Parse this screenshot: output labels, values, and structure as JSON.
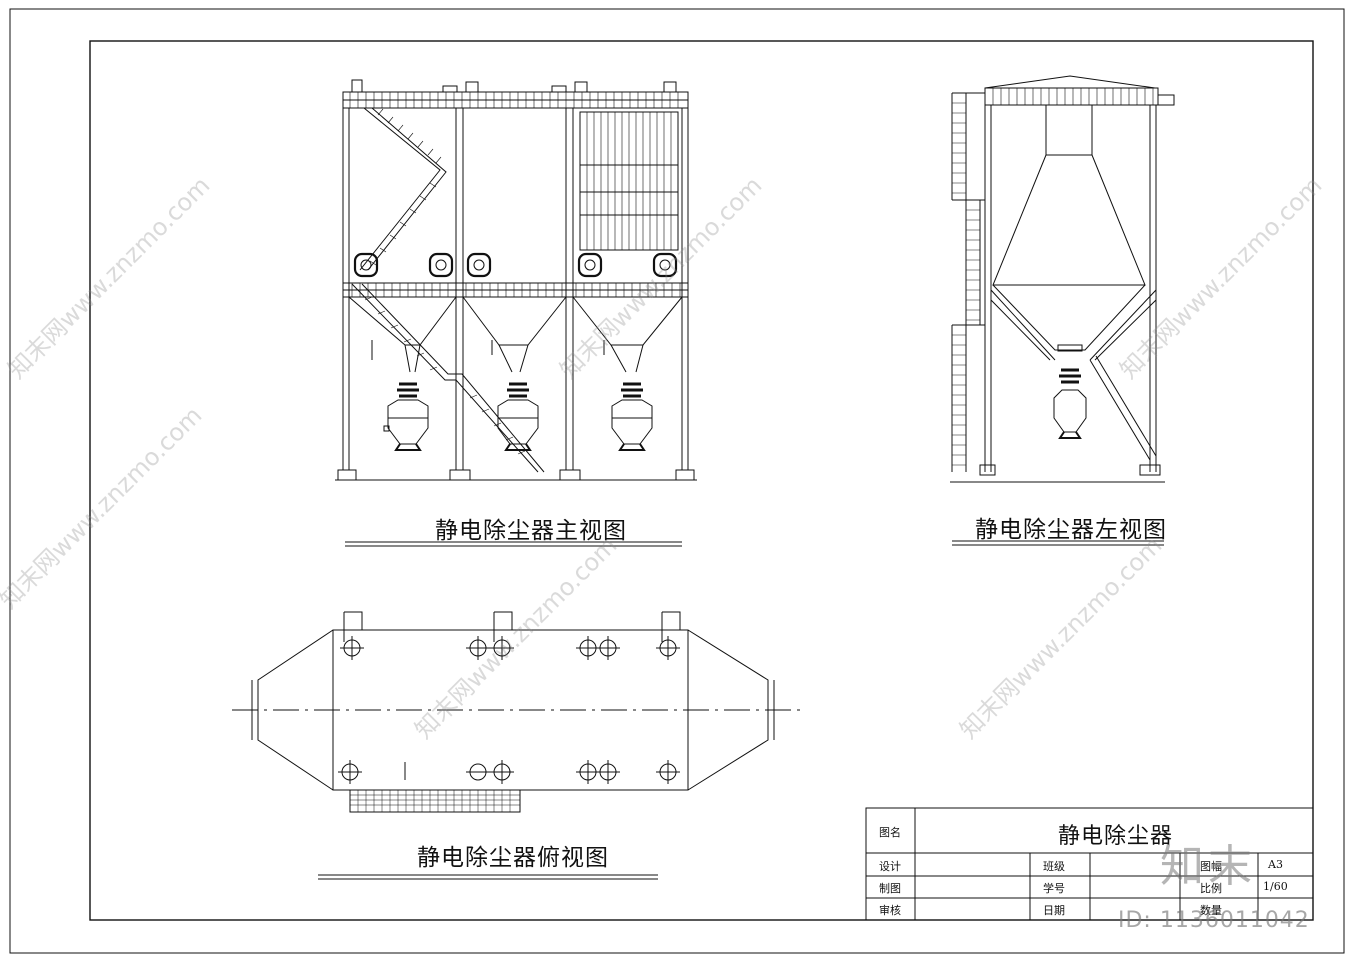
{
  "views": {
    "front_title": "静电除尘器主视图",
    "side_title": "静电除尘器左视图",
    "top_title": "静电除尘器俯视图"
  },
  "title_block": {
    "name_label": "图名",
    "drawing_name": "静电除尘器",
    "design_label": "设计",
    "draw_label": "制图",
    "review_label": "审核",
    "class_label": "班级",
    "student_no_label": "学号",
    "date_label": "日期",
    "sheet_label": "图幅",
    "sheet_value": "A3",
    "scale_label": "比例",
    "scale_value": "1/60",
    "qty_label": "数量"
  },
  "watermark": {
    "brand": "知末",
    "id_text": "ID: 1136011042",
    "diag_text": "知末网www.znzmo.com"
  },
  "colors": {
    "line": "#111111",
    "watermark": "#9a9a9a"
  }
}
